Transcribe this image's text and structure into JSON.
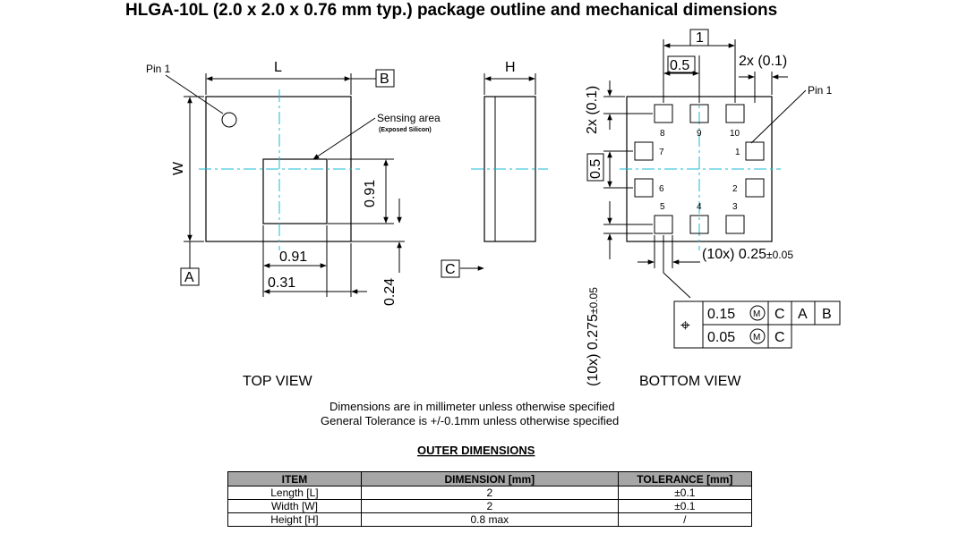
{
  "title": "HLGA-10L (2.0 x 2.0 x 0.76 mm typ.) package outline and mechanical dimensions",
  "top_view": {
    "pin1": "Pin 1",
    "L": "L",
    "W": "W",
    "datum_A": "A",
    "datum_B": "B",
    "sensing_area": "Sensing area",
    "sensing_sub": "(Exposed Silicon)",
    "dim_091_h": "0.91",
    "dim_091_v": "0.91",
    "dim_031": "0.31",
    "dim_024": "0.24",
    "caption": "TOP VIEW"
  },
  "side_view": {
    "H": "H",
    "datum_C": "C"
  },
  "bottom_view": {
    "box_1": "1",
    "dim_05_top": "0.5",
    "dim_2x01_top": "2x (0.1)",
    "dim_2x01_side": "2x (0.1)",
    "dim_05_side": "0.5",
    "pin1": "Pin 1",
    "pads": [
      "1",
      "2",
      "3",
      "4",
      "5",
      "6",
      "7",
      "8",
      "9",
      "10"
    ],
    "pad_width": "(10x) 0.25",
    "pad_width_tol": "±0.05",
    "pad_length": "(10x) 0.275",
    "pad_length_tol": "±0.05",
    "gdt_symbol": "⌖",
    "gdt_row1": [
      "0.15",
      "C",
      "A",
      "B"
    ],
    "gdt_row2": [
      "0.05",
      "C"
    ],
    "mmc": "M",
    "caption": "BOTTOM VIEW"
  },
  "notes": {
    "line1": "Dimensions are in millimeter unless otherwise specified",
    "line2": "General Tolerance is +/-0.1mm unless otherwise specified"
  },
  "table": {
    "title": "OUTER DIMENSIONS",
    "headers": [
      "ITEM",
      "DIMENSION [mm]",
      "TOLERANCE [mm]"
    ],
    "rows": [
      [
        "Length [L]",
        "2",
        "±0.1"
      ],
      [
        "Width [W]",
        "2",
        "±0.1"
      ],
      [
        "Height [H]",
        "0.8 max",
        "/"
      ]
    ]
  }
}
